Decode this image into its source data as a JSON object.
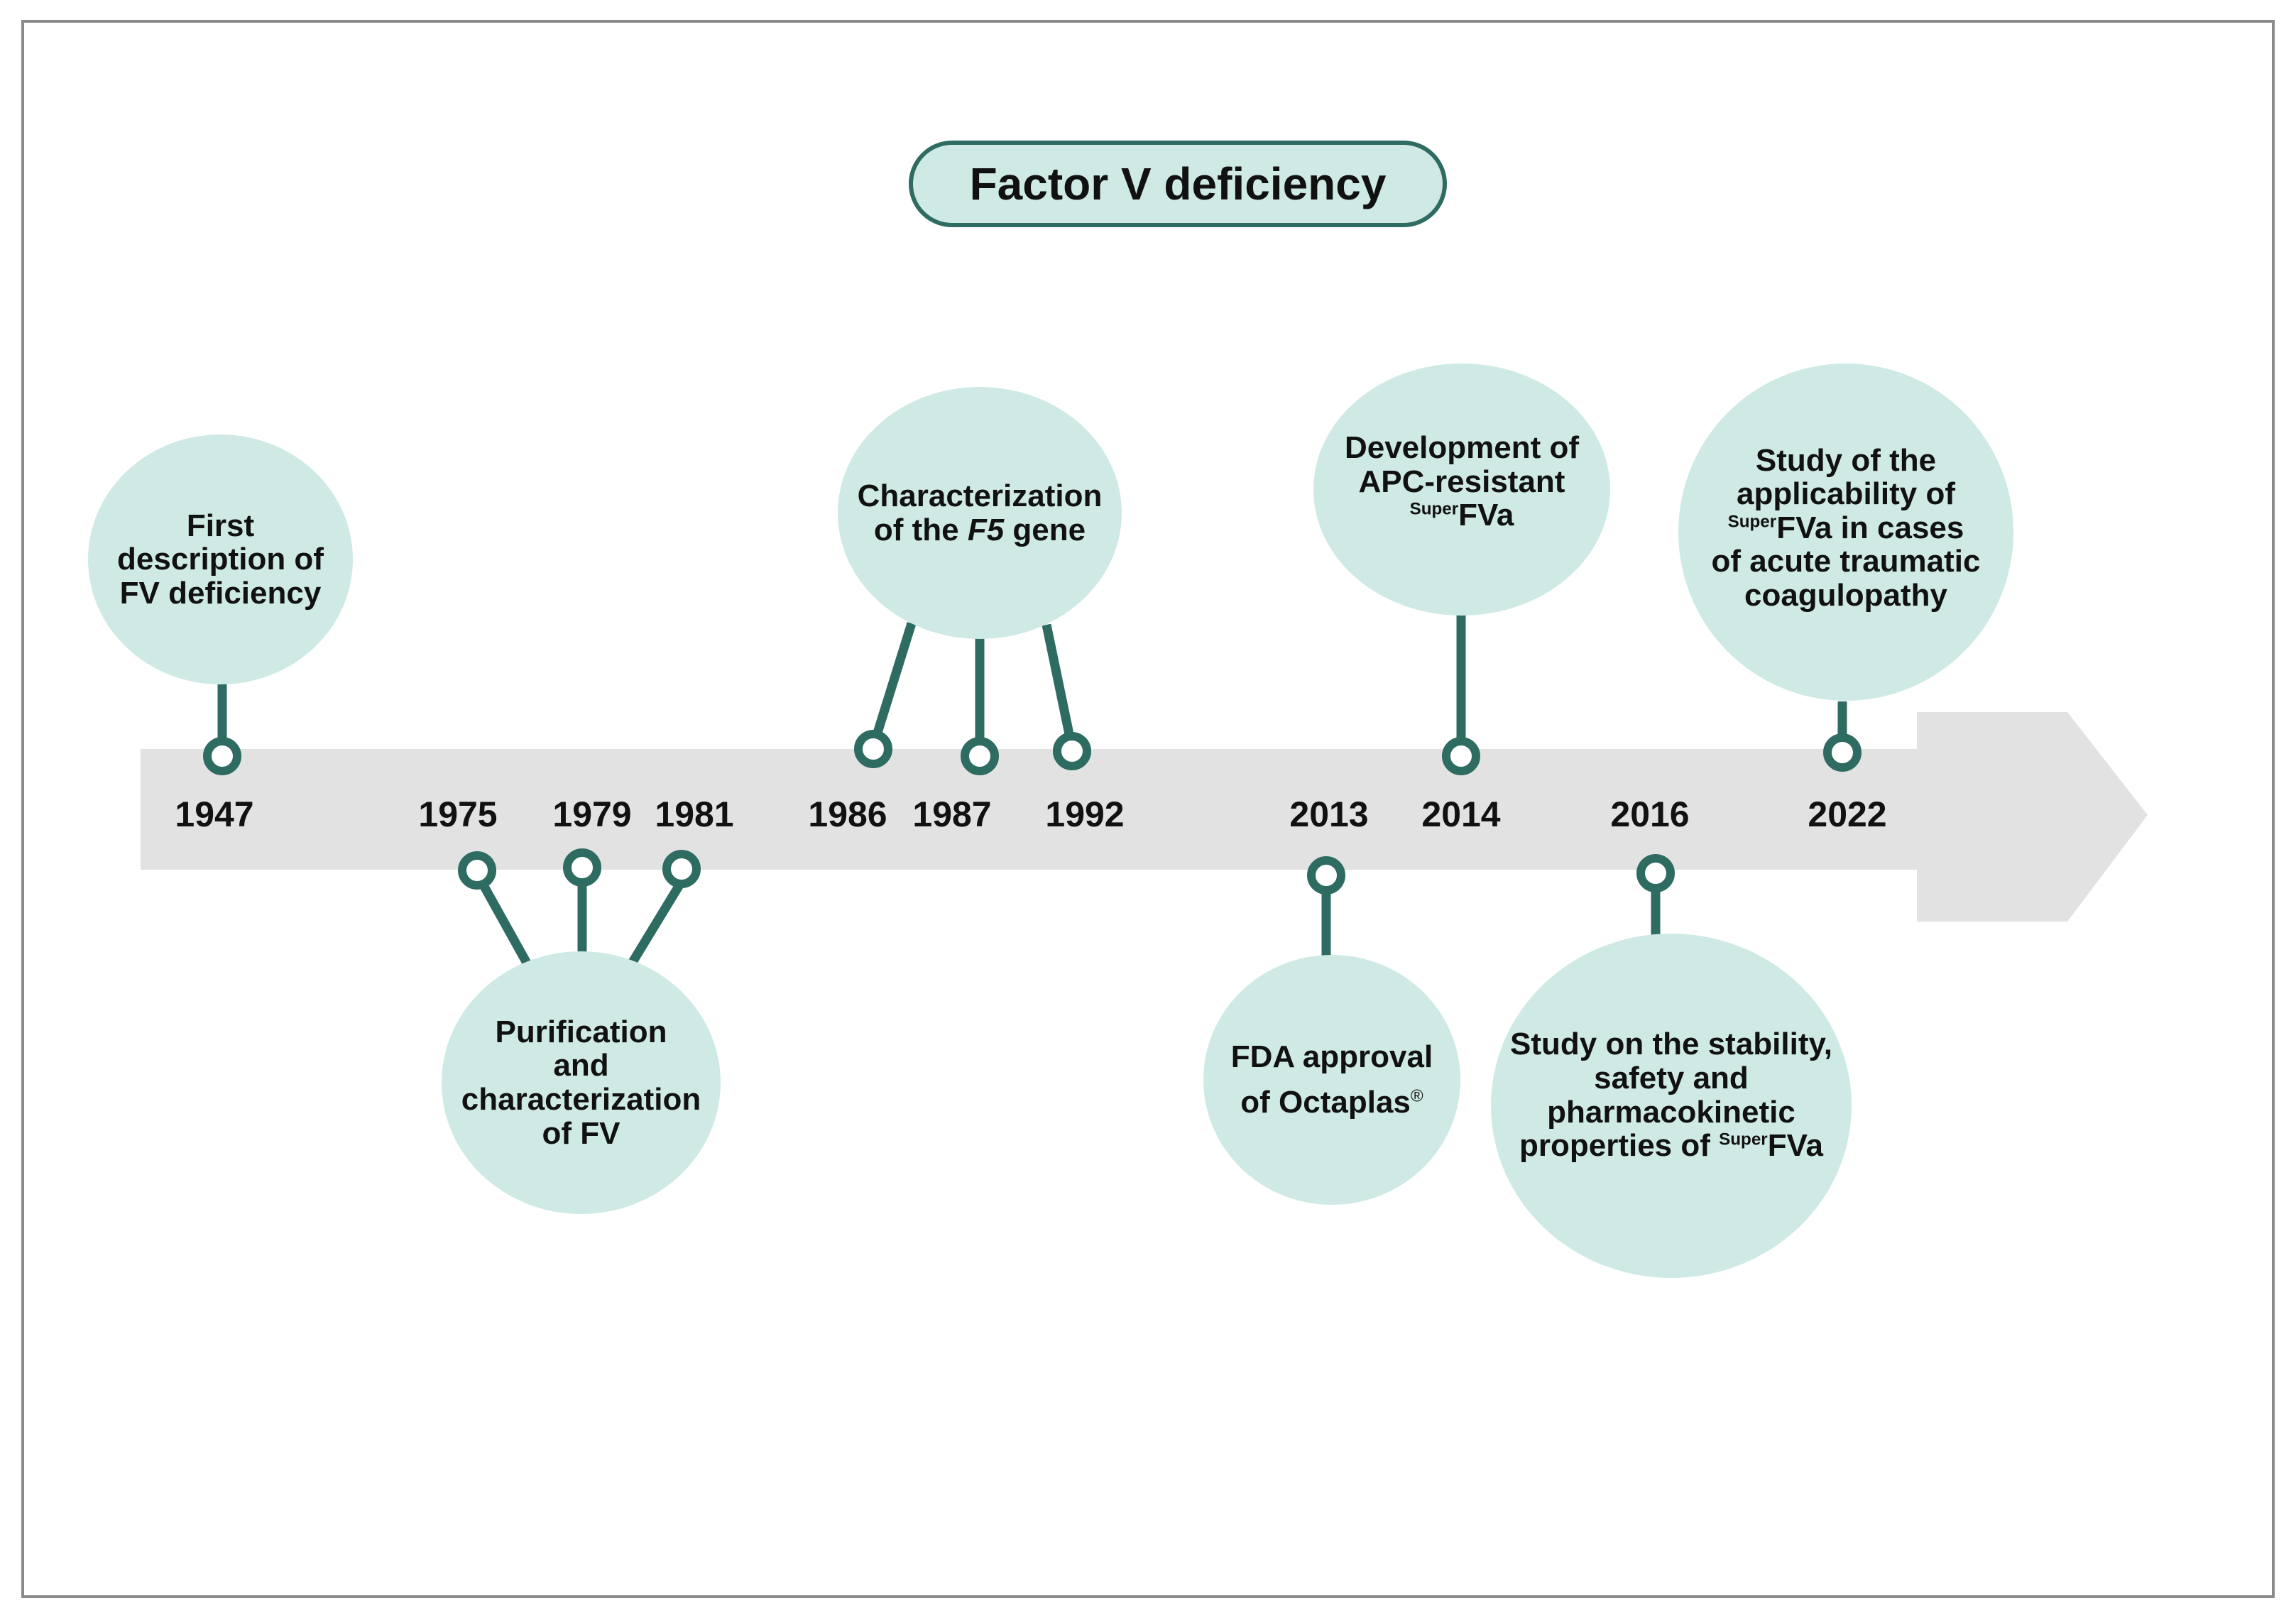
{
  "title": "Factor V deficiency",
  "colors": {
    "bubble_fill": "#cfeae5",
    "connector": "#2e6b60",
    "arrow_band": "#e2e2e2",
    "frame": "#8a8a8a"
  },
  "years": [
    "1947",
    "1975",
    "1979",
    "1981",
    "1986",
    "1987",
    "1992",
    "2013",
    "2014",
    "2016",
    "2022"
  ],
  "events": {
    "first_description": {
      "lines": [
        "First",
        "description of",
        "FV deficiency"
      ]
    },
    "purification": {
      "lines": [
        "Purification",
        "and",
        "characterization",
        "of FV"
      ]
    },
    "f5_gene": {
      "line1": "Characterization",
      "line2_pre": "of the ",
      "line2_italic": "F5",
      "line2_post": " gene"
    },
    "fda_approval": {
      "line1": "FDA approval",
      "line2": "of Octaplas",
      "mark": "®"
    },
    "apc_resistant": {
      "line1": "Development of",
      "line2": "APC-resistant",
      "sup": "Super",
      "line3": "FVa"
    },
    "stability_study": {
      "line1": "Study on the stability,",
      "line2": "safety and",
      "line3": "pharmacokinetic",
      "line4_pre": "properties of ",
      "sup": "Super",
      "line4_post": "FVa"
    },
    "traumatic_study": {
      "line1": "Study of the",
      "line2": "applicability of",
      "sup": "Super",
      "line3_post": "FVa in cases",
      "line4": "of acute traumatic",
      "line5": "coagulopathy"
    }
  }
}
